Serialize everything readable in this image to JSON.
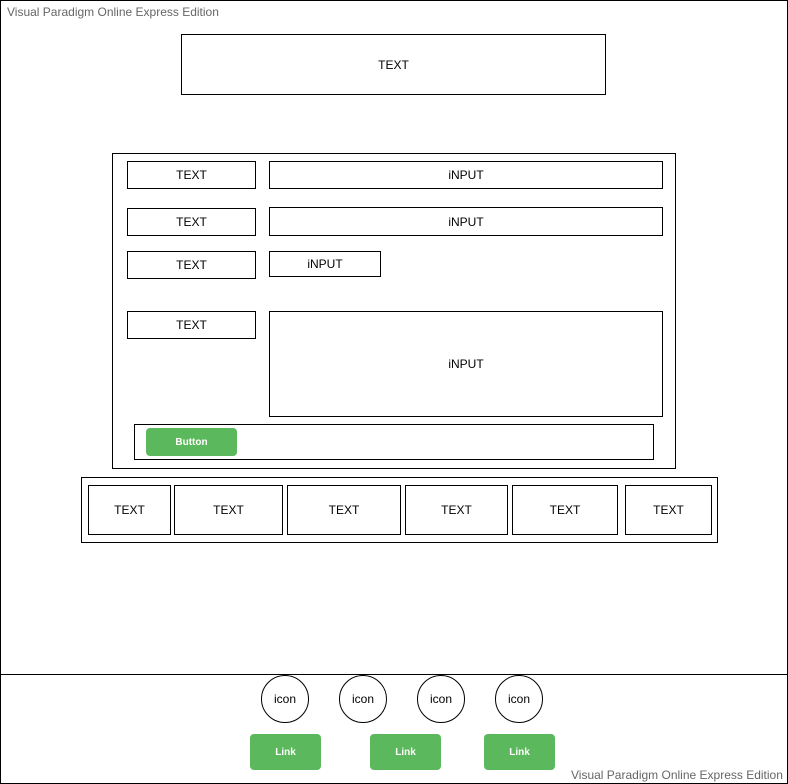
{
  "watermark_top": "Visual Paradigm Online Express Edition",
  "watermark_bottom": "Visual Paradigm Online Express Edition",
  "header": {
    "title": "TEXT"
  },
  "form": {
    "rows": [
      {
        "label": "TEXT",
        "input": "iNPUT"
      },
      {
        "label": "TEXT",
        "input": "iNPUT"
      },
      {
        "label": "TEXT",
        "input": "iNPUT"
      },
      {
        "label": "TEXT",
        "input": "iNPUT"
      }
    ],
    "button_label": "Button"
  },
  "nav": {
    "items": [
      "TEXT",
      "TEXT",
      "TEXT",
      "TEXT",
      "TEXT",
      "TEXT"
    ]
  },
  "footer": {
    "icons": [
      "icon",
      "icon",
      "icon",
      "icon"
    ],
    "links": [
      "Link",
      "Link",
      "Link"
    ]
  },
  "colors": {
    "button_green": "#5cb85c"
  }
}
